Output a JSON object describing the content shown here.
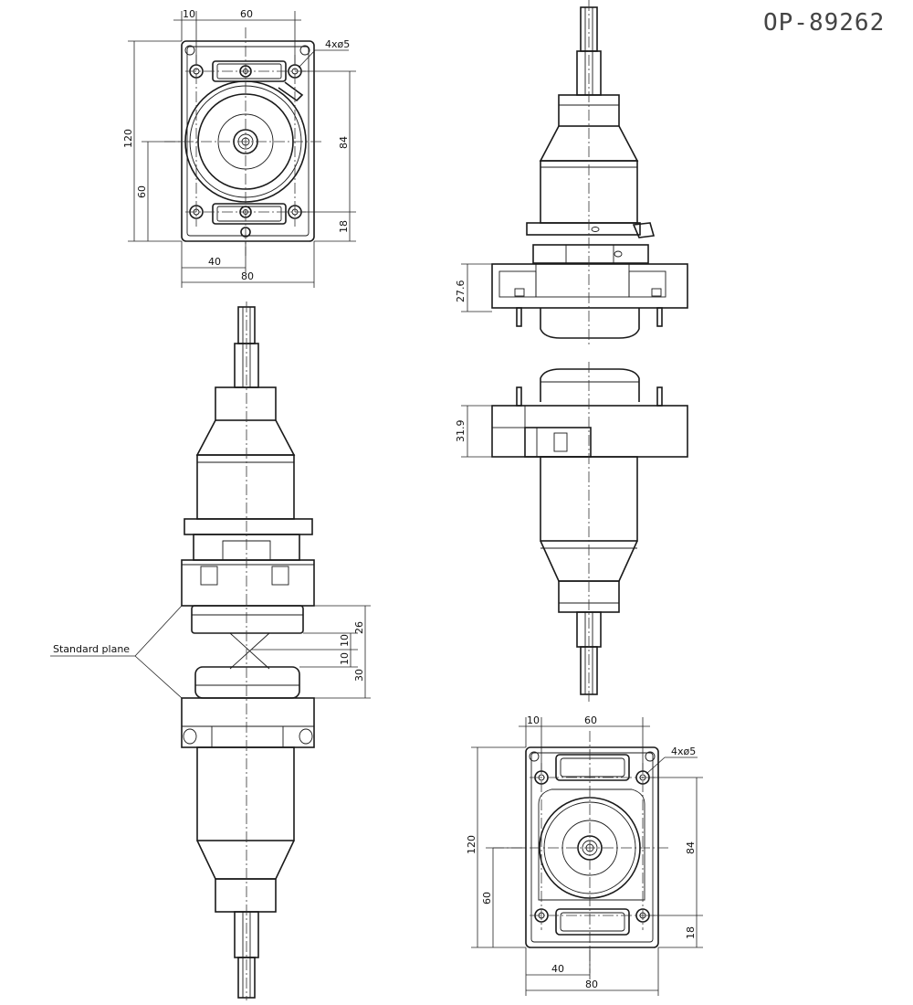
{
  "drawing_code": "OP-89262",
  "label_standard_plane": "Standard plane",
  "top_view": {
    "hole_note": "4xø5",
    "dim_10": "10",
    "dim_60_top": "60",
    "dim_120": "120",
    "dim_84": "84",
    "dim_60_left": "60",
    "dim_18": "18",
    "dim_40": "40",
    "dim_80": "80"
  },
  "side_view_upper": {
    "dim_27_6": "27.6"
  },
  "side_view_lower": {
    "dim_31_9": "31.9"
  },
  "front_view": {
    "dim_26": "26",
    "dim_10a": "10",
    "dim_10b": "10",
    "dim_30": "30"
  },
  "bottom_view": {
    "hole_note": "4xø5",
    "dim_10": "10",
    "dim_60_top": "60",
    "dim_120": "120",
    "dim_84": "84",
    "dim_60_left": "60",
    "dim_18": "18",
    "dim_40": "40",
    "dim_80": "80"
  }
}
